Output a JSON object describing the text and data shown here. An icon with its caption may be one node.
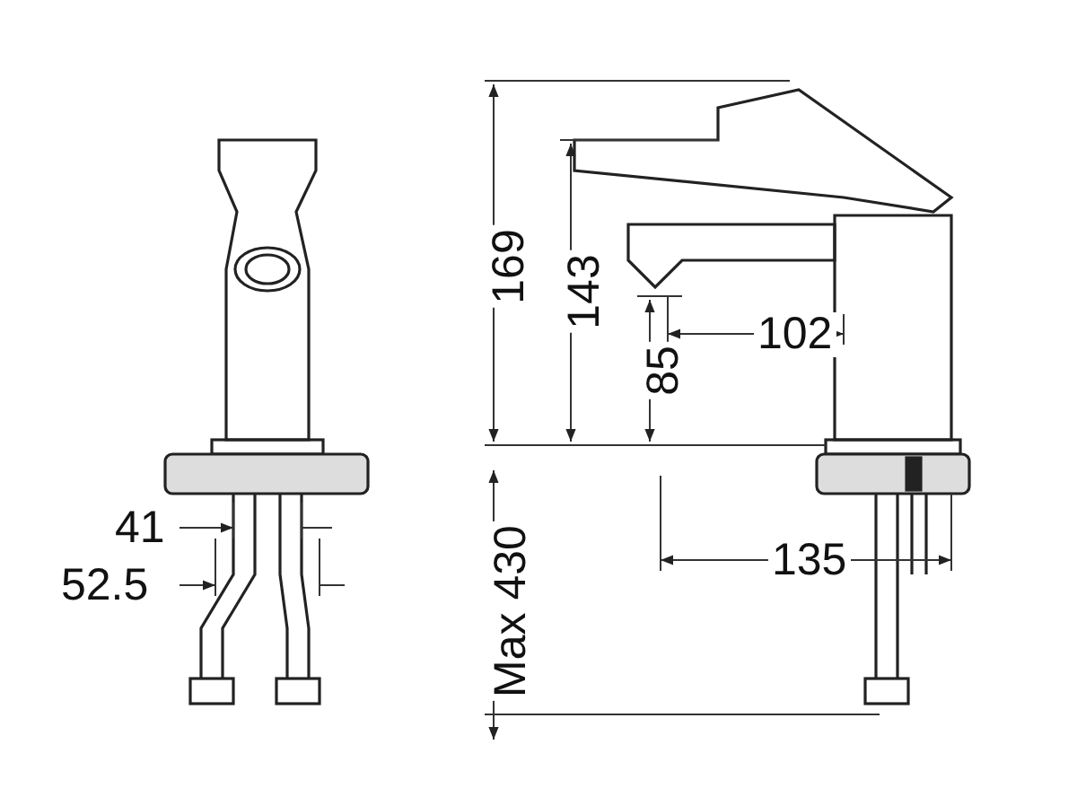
{
  "diagram": {
    "labels": [
      "41",
      "52.5",
      "169",
      "143",
      "85",
      "102",
      "Max 430",
      "135"
    ]
  }
}
